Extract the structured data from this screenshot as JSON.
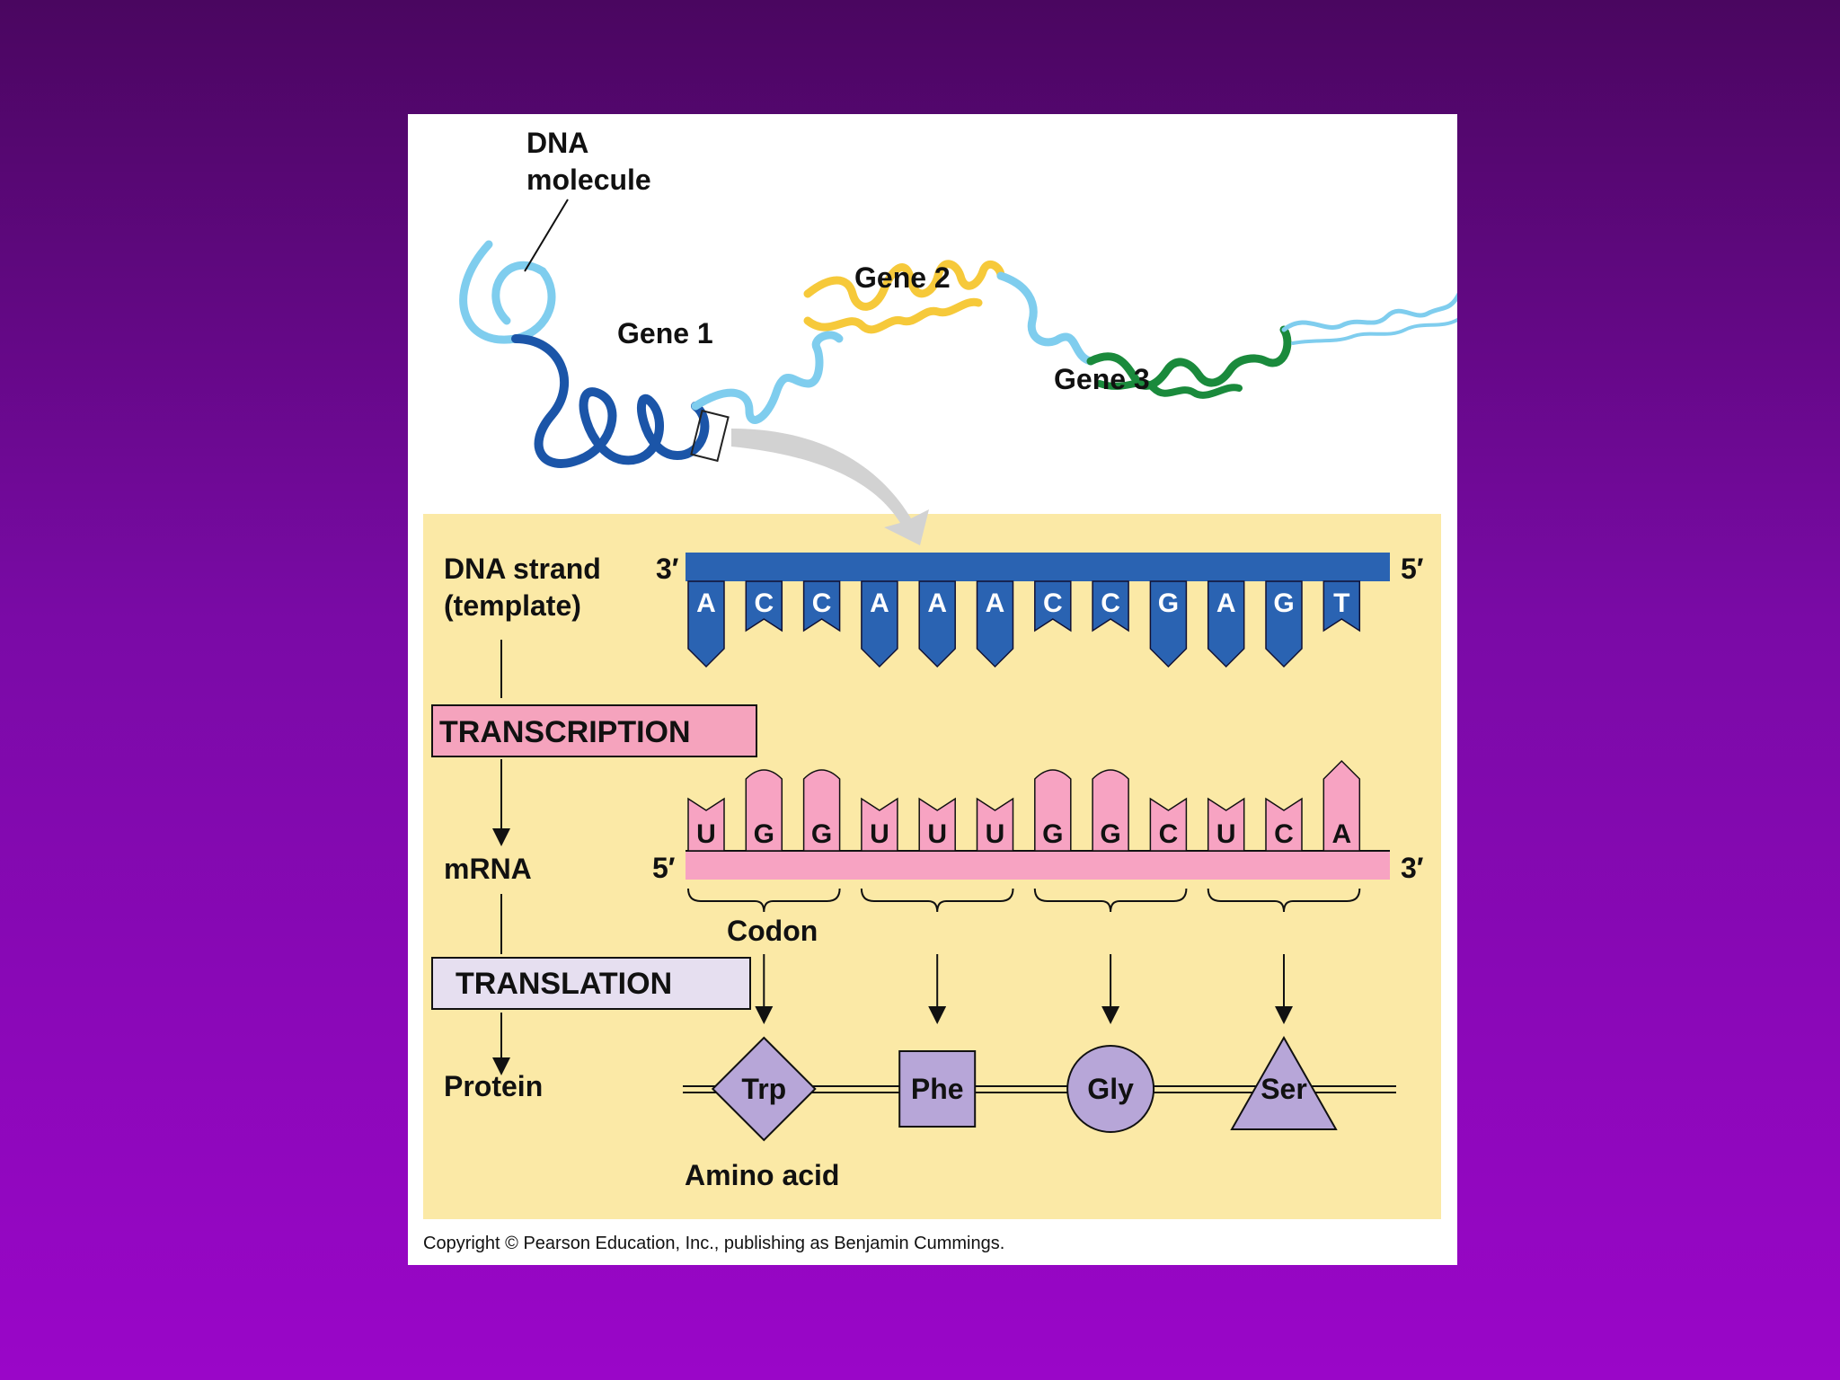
{
  "diagram": {
    "dna_label_line1": "DNA",
    "dna_label_line2": "molecule",
    "gene1": "Gene 1",
    "gene2": "Gene 2",
    "gene3": "Gene 3",
    "dna_strand_line1": "DNA strand",
    "dna_strand_line2": "(template)",
    "transcription": "TRANSCRIPTION",
    "translation": "TRANSLATION",
    "mrna": "mRNA",
    "protein": "Protein",
    "codon": "Codon",
    "amino_acid": "Amino acid",
    "three_prime": "3′",
    "five_prime": "5′",
    "template_bases": [
      "A",
      "C",
      "C",
      "A",
      "A",
      "A",
      "C",
      "C",
      "G",
      "A",
      "G",
      "T"
    ],
    "mrna_bases": [
      "U",
      "G",
      "G",
      "U",
      "U",
      "U",
      "G",
      "G",
      "C",
      "U",
      "C",
      "A"
    ],
    "amino_acids": [
      "Trp",
      "Phe",
      "Gly",
      "Ser"
    ],
    "copyright": "Copyright © Pearson Education, Inc., publishing as Benjamin Cummings."
  },
  "colors": {
    "dna_light": "#7fcdee",
    "gene1": "#1b55a8",
    "gene2": "#f6c93a",
    "gene3": "#1a8a3c",
    "template_strand": "#2a63b2",
    "mrna": "#f7a3c2",
    "transcription_box": "#f5a3bd",
    "translation_box": "#e6dff0",
    "amino_acid": "#b7a6d8",
    "panel": "#fbe9a6"
  }
}
